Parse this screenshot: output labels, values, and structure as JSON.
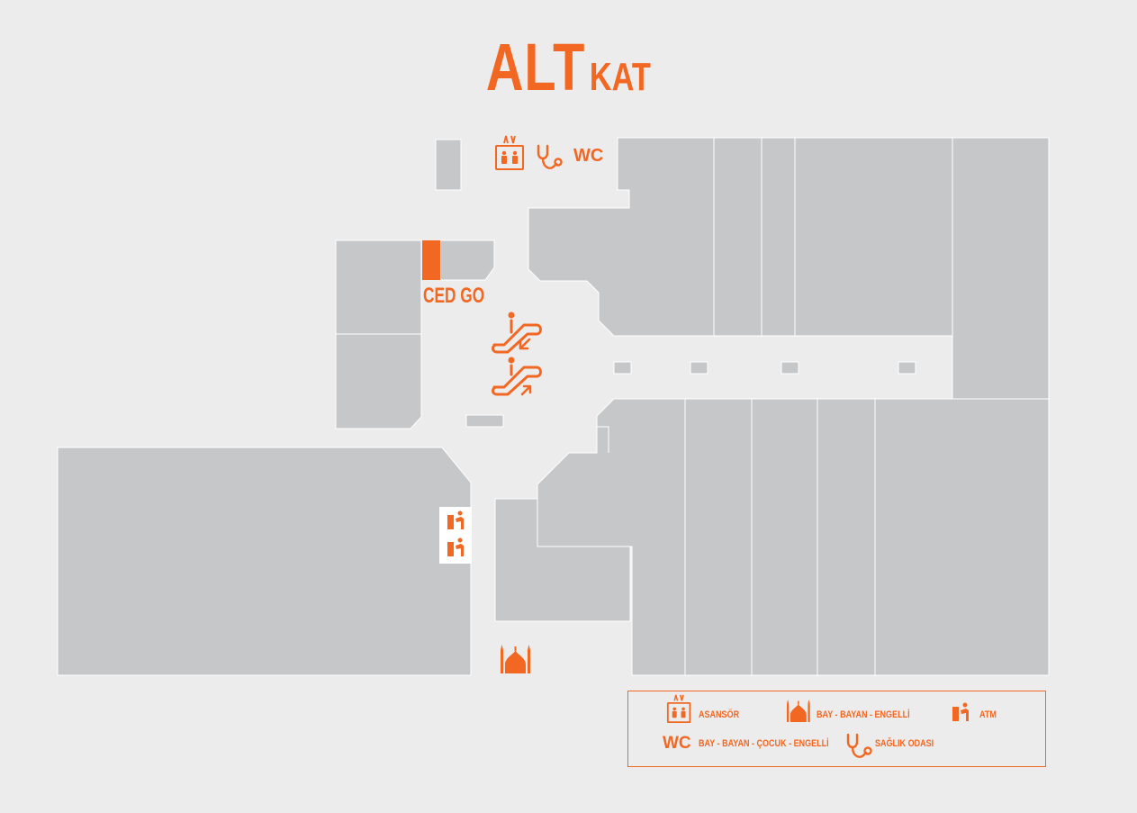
{
  "title": {
    "main": "ALT",
    "sub": "KAT"
  },
  "store": {
    "name": "CED GO"
  },
  "top_icons": {
    "wc": "WC"
  },
  "colors": {
    "accent": "#f26722",
    "unit": "#c6c7c9",
    "background": "#ececec",
    "unit_border": "#ffffff"
  },
  "map_icons": [
    "elevator-icon",
    "stethoscope-icon",
    "wc-label",
    "escalator-down-icon",
    "escalator-up-icon",
    "atm-icon",
    "atm-icon",
    "mosque-icon"
  ],
  "legend": {
    "elevator": "ASANSÖR",
    "mosque": "BAY - BAYAN - ENGELLİ",
    "atm": "ATM",
    "wc_icon": "WC",
    "wc": "BAY - BAYAN - ÇOCUK - ENGELLİ",
    "health": "SAĞLIK ODASI"
  }
}
